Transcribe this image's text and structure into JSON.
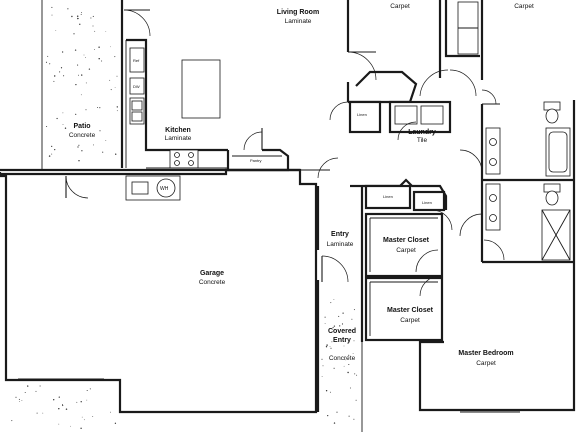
{
  "rooms": {
    "living_room": {
      "name": "Living Room",
      "material": "Laminate"
    },
    "bedroom_a": {
      "name": "",
      "material": "Carpet"
    },
    "bedroom_b": {
      "name": "",
      "material": "Carpet"
    },
    "patio": {
      "name": "Patio",
      "material": "Concrete"
    },
    "kitchen": {
      "name": "Kitchen",
      "material": "Laminate"
    },
    "laundry": {
      "name": "Laundry",
      "material": "Tile"
    },
    "garage": {
      "name": "Garage",
      "material": "Concrete"
    },
    "entry": {
      "name": "Entry",
      "material": "Laminate"
    },
    "master_closet_1": {
      "name": "Master Closet",
      "material": "Carpet"
    },
    "master_closet_2": {
      "name": "Master Closet",
      "material": "Carpet"
    },
    "covered_entry": {
      "name": "Covered Entry",
      "material": "Concrete"
    },
    "master_bedroom": {
      "name": "Master Bedroom",
      "material": "Carpet"
    }
  },
  "fixtures": {
    "water_heater": "WH",
    "pantry": "Pantry",
    "linen_1": "Linen",
    "linen_2": "Linen",
    "linen_3": "Linen",
    "dishwasher": "DW",
    "refrigerator": "Ref"
  }
}
